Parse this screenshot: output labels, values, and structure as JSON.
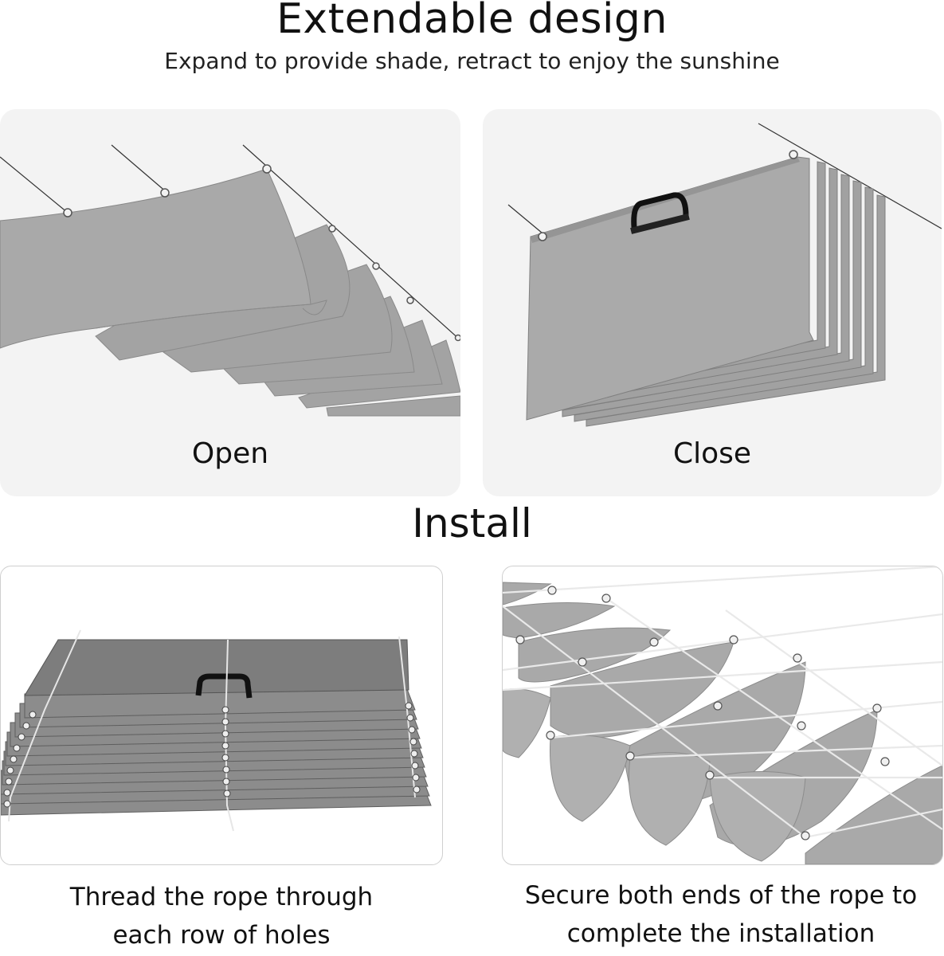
{
  "header": {
    "title": "Extendable design",
    "subtitle": "Expand to provide shade, retract to enjoy the sunshine"
  },
  "panels": {
    "open_label": "Open",
    "close_label": "Close"
  },
  "install": {
    "title": "Install",
    "step1_line1": "Thread the rope through",
    "step1_line2": "each row of holes",
    "step2_line1": "Secure both ends of the rope to",
    "step2_line2": "complete the installation"
  },
  "colors": {
    "fabric": "#a7a7a7",
    "fabric_shadow": "#8f8f8f",
    "panel_bg": "#f3f3f3"
  }
}
